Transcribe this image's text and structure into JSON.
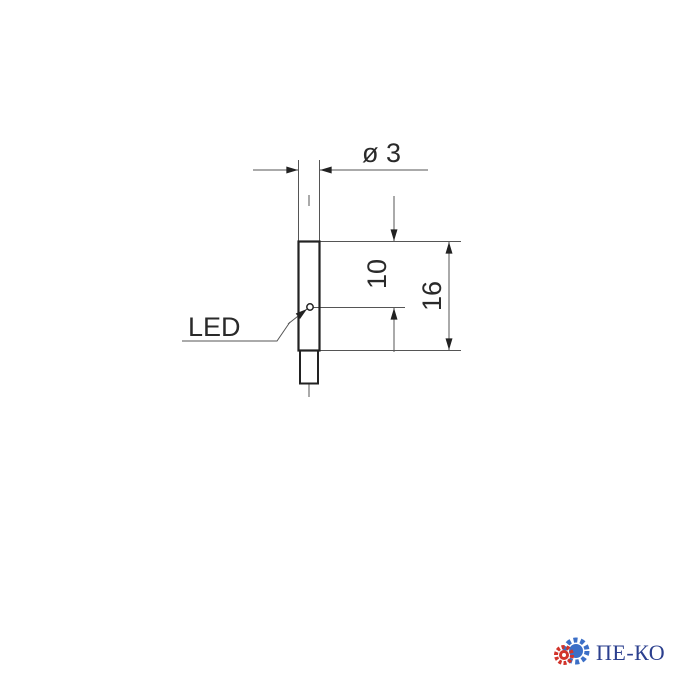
{
  "diagram": {
    "diameter_label": "ø 3",
    "dim_10_label": "10",
    "dim_16_label": "16",
    "led_label": "LED"
  },
  "logo": {
    "text": "ПЕ-КО",
    "colors": {
      "gear_blue": "#3b6fc7",
      "gear_red": "#d2342b",
      "text": "#2b3f8e"
    }
  }
}
